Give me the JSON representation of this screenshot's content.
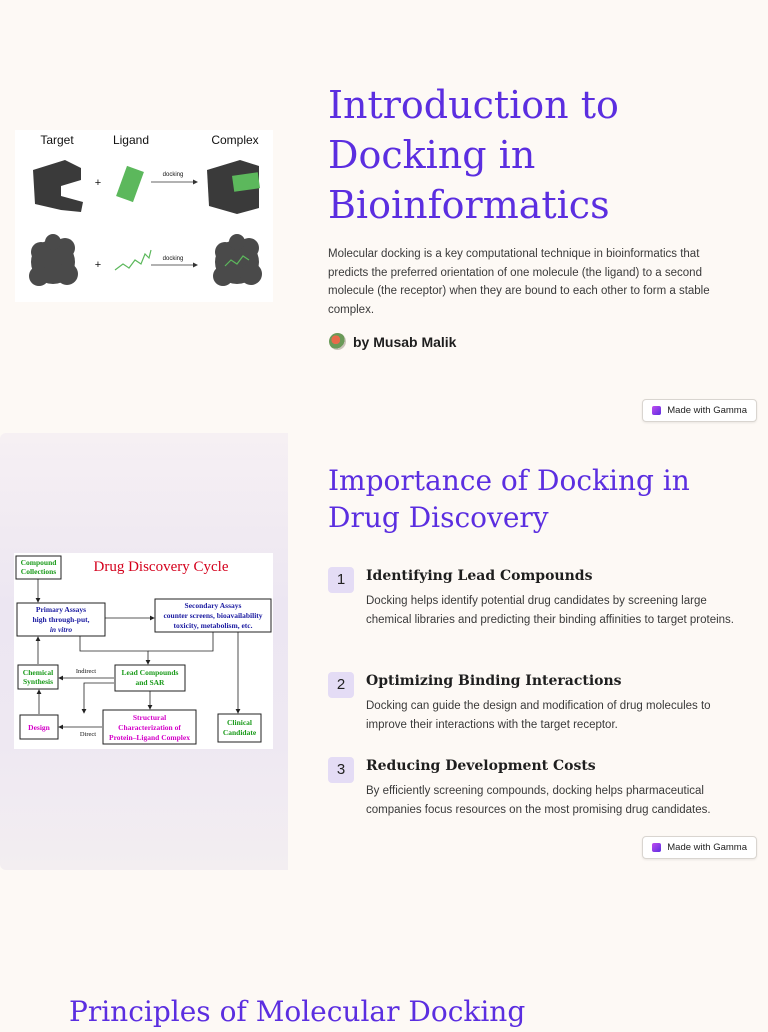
{
  "slide1": {
    "title": "Introduction to Docking in Bioinformatics",
    "description": " Molecular docking is a key computational technique in bioinformatics that predicts the preferred orientation of one molecule (the ligand) to a second molecule (the receptor) when they are bound to each other to form a stable complex.",
    "author": "by Musab Malik",
    "figure": {
      "target_label": "Target",
      "ligand_label": "Ligand",
      "complex_label": "Complex",
      "arrow_label_1": "docking",
      "arrow_label_2": "docking",
      "plus": "+"
    }
  },
  "badge": {
    "label": "Made with Gamma"
  },
  "slide2": {
    "title": "Importance of Docking in Drug Discovery",
    "items": [
      {
        "number": "1",
        "title": "Identifying Lead Compounds",
        "description": "Docking helps identify potential drug candidates by screening large chemical libraries and predicting their binding affinities to target proteins."
      },
      {
        "number": "2",
        "title": "Optimizing Binding Interactions",
        "description": "Docking can guide the design and modification of drug molecules to improve their interactions with the target receptor."
      },
      {
        "number": "3",
        "title": "Reducing Development Costs",
        "description": "By efficiently screening compounds, docking helps pharmaceutical companies focus resources on the most promising drug candidates."
      }
    ],
    "figure": {
      "title": "Drug Discovery Cycle",
      "compound_line1": "Compound",
      "compound_line2": "Collections",
      "primary_line1": "Primary Assays",
      "primary_line2": "high through-put,",
      "primary_line3": "in vitro",
      "secondary_line1": "Secondary Assays",
      "secondary_line2": "counter screens, bioavailability",
      "secondary_line3": "toxicity, metabolism, etc.",
      "chemical_line1": "Chemical",
      "chemical_line2": "Synthesis",
      "indirect": "Indirect",
      "lead_line1": "Lead Compounds",
      "lead_line2": "and SAR",
      "design": "Design",
      "direct": "Direct",
      "structural_line1": "Structural",
      "structural_line2": "Characterization of",
      "structural_line3": "Protein–Ligand Complex",
      "clinical_line1": "Clinical",
      "clinical_line2": "Candidate"
    }
  },
  "slide3": {
    "title": "Principles of Molecular Docking"
  },
  "colors": {
    "accent": "#5b2ee0",
    "background": "#fdf9f5",
    "number_chip": "#e4dcf5"
  }
}
